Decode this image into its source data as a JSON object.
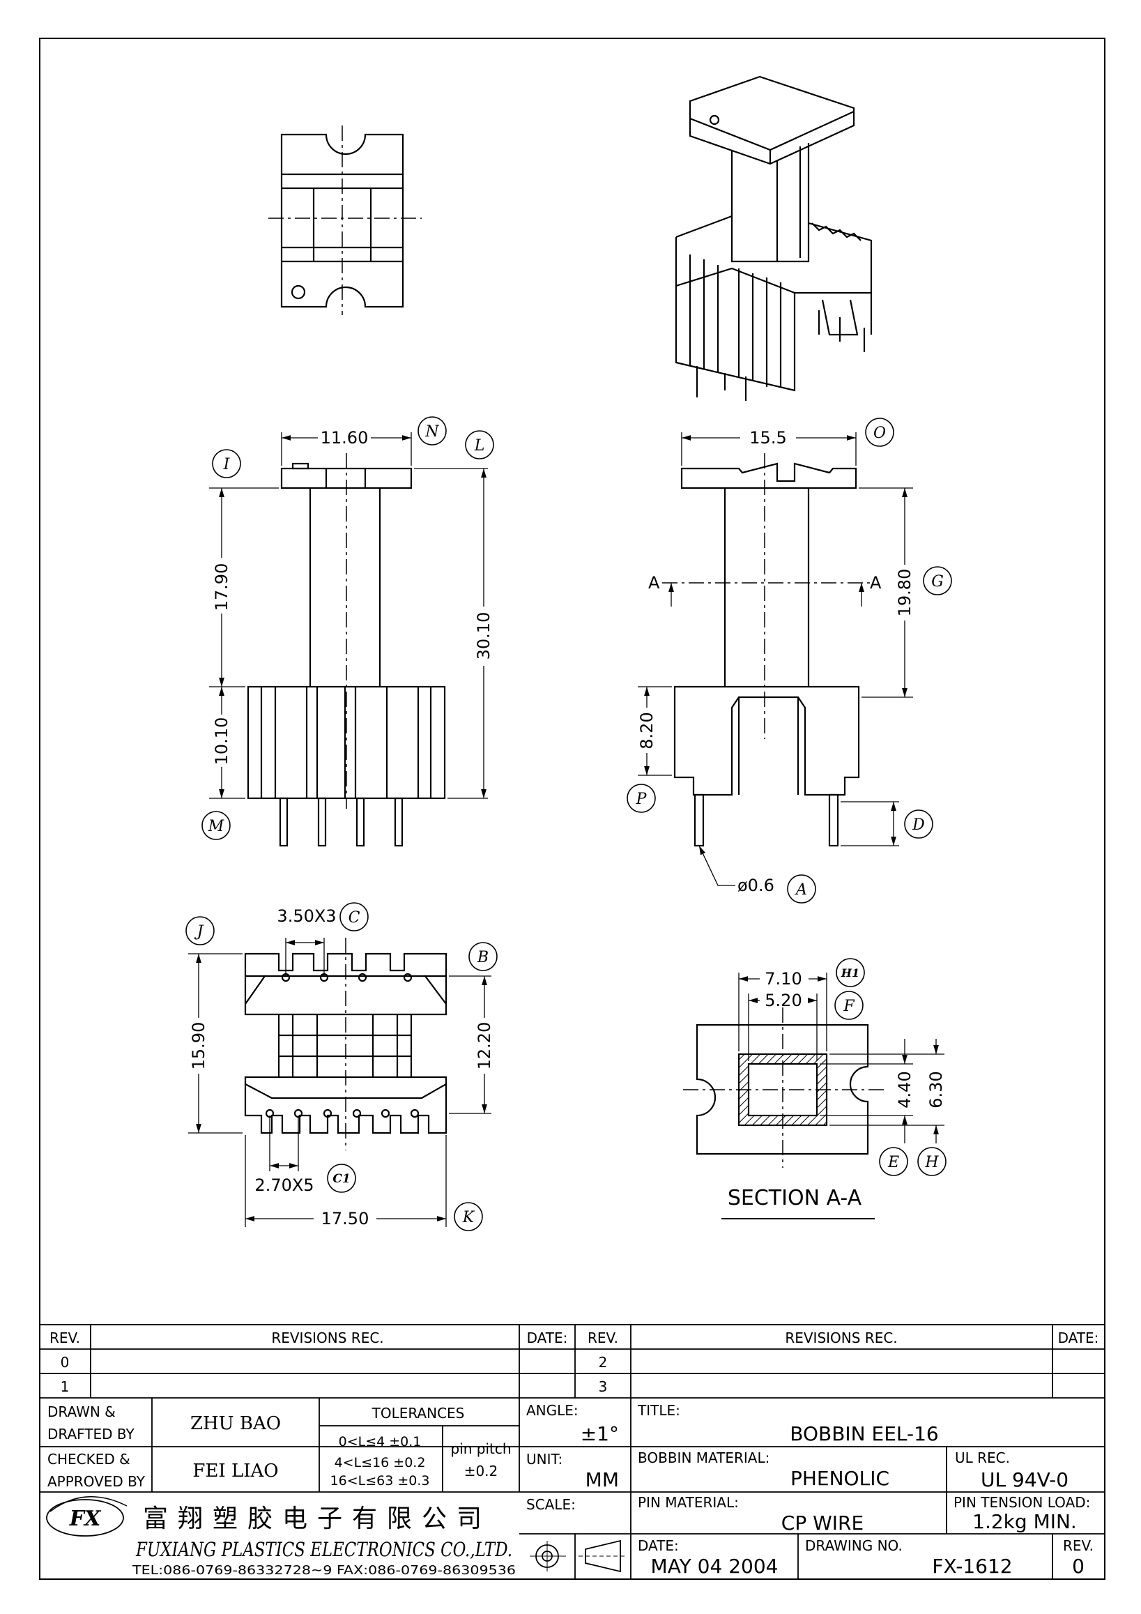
{
  "drawing": {
    "dimensions": {
      "w_top": "11.60",
      "h_upper": "17.90",
      "h_total": "30.10",
      "h_lower": "10.10",
      "w_side": "15.5",
      "h_side": "19.80",
      "h_base": "8.20",
      "pin_dia": "ø0.6",
      "pitch_top": "3.50X3",
      "h_bottom_outer": "15.90",
      "h_bottom_inner": "12.20",
      "pitch_bottom": "2.70X5",
      "w_bottom": "17.50",
      "sec_outer": "7.10",
      "sec_inner": "5.20",
      "sec_h_inner": "4.40",
      "sec_h_outer": "6.30"
    },
    "section_marker": "A",
    "section_title": "SECTION A-A",
    "labels": {
      "A": "A",
      "B": "B",
      "C": "C",
      "C1": "C1",
      "D": "D",
      "E": "E",
      "F": "F",
      "G": "G",
      "H": "H",
      "H1": "H1",
      "I": "I",
      "J": "J",
      "K": "K",
      "L": "L",
      "M": "M",
      "N": "N",
      "O": "O",
      "P": "P"
    }
  },
  "title_block": {
    "headers": {
      "rev": "REV.",
      "revisions_rec": "REVISIONS  REC.",
      "date": "DATE:"
    },
    "rev_rows": [
      "0",
      "1"
    ],
    "rev_rows_right": [
      "2",
      "3"
    ],
    "drawn_label_1": "DRAWN &",
    "drawn_label_2": "DRAFTED BY",
    "drawn_by": "ZHU BAO",
    "checked_label_1": "CHECKED &",
    "checked_label_2": "APPROVED BY",
    "checked_by": "FEI LIAO",
    "tolerances_label": "TOLERANCES",
    "tol_1": "0<L≤4   ±0.1",
    "tol_2": "4<L≤16  ±0.2",
    "tol_3": "16<L≤63 ±0.3",
    "pin_pitch_label": "pin pitch",
    "pin_pitch_value": "±0.2",
    "angle_label": "ANGLE:",
    "angle_value": "±1°",
    "unit_label": "UNIT:",
    "unit_value": "MM",
    "scale_label": "SCALE:",
    "title_label": "TITLE:",
    "title_value": "BOBBIN EEL-16",
    "bobbin_material_label": "BOBBIN MATERIAL:",
    "bobbin_material_value": "PHENOLIC",
    "ul_rec_label": "UL REC.",
    "ul_rec_value": "UL 94V-0",
    "pin_material_label": "PIN MATERIAL:",
    "pin_material_value": "CP WIRE",
    "pin_tension_label": "PIN TENSION LOAD:",
    "pin_tension_value": "1.2kg MIN.",
    "date_label": "DATE:",
    "date_value": "MAY 04 2004",
    "drawing_no_label": "DRAWING NO.",
    "drawing_no_value": "FX-1612",
    "rev_value": "0",
    "company_cn": "富翔塑胶电子有限公司",
    "company_en": "FUXIANG PLASTICS ELECTRONICS CO.,LTD.",
    "contact": "TEL:086-0769-86332728~9  FAX:086-0769-86309536",
    "logo_text": "FX"
  }
}
